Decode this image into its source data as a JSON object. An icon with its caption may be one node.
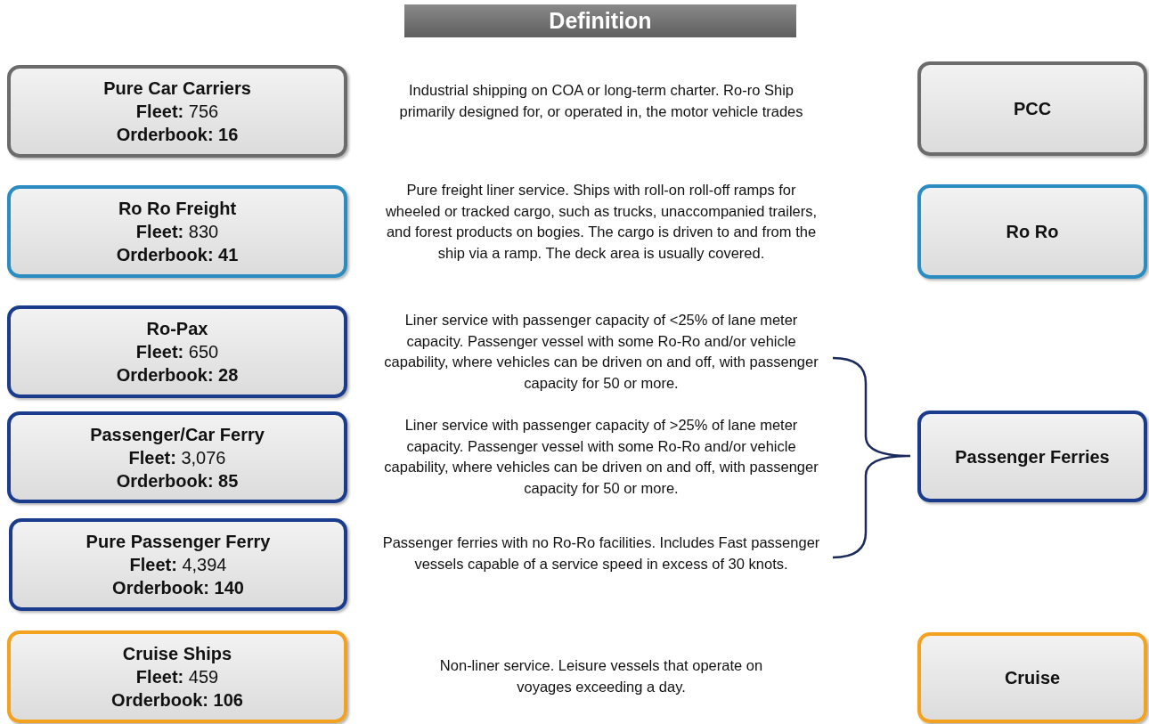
{
  "diagram": {
    "title": "Definition",
    "nodes": [
      {
        "text": [
          "Pure Car Carriers",
          "**Fleet:** 756",
          "Orderbook: 16"
        ]
      },
      {
        "text": [
          "PCC"
        ]
      },
      {
        "text": [
          "Ro Ro Freight",
          "**Fleet:** 830",
          "Orderbook: 41"
        ]
      },
      {
        "text": [
          "Ro Ro"
        ]
      },
      {
        "text": [
          "Ro-Pax",
          "**Fleet:** 650",
          "Orderbook: 28"
        ]
      },
      {
        "text": [
          "Passenger/Car Ferry",
          "**Fleet:** 3,076",
          "Orderbook: 85"
        ]
      },
      {
        "text": [
          "Passenger Ferries"
        ]
      },
      {
        "text": [
          "Pure Passenger Ferry",
          "**Fleet:** 4,394",
          "Orderbook: 140"
        ]
      },
      {
        "text": [
          "Cruise Ships",
          "**Fleet:** 459",
          "Orderbook: 106"
        ]
      },
      {
        "text": [
          "Cruise"
        ]
      }
    ],
    "labels": [
      "Industrial shipping on COA or long-term charter. Ro-ro Ship primarily designed for, or operated in, the motor vehicle trades",
      "Pure freight liner service. Ships with roll-on roll-off ramps for wheeled or tracked cargo, such as trucks, unaccompanied trailers, and forest products on bogies. The cargo is driven to and from the ship via a ramp. The deck area is usually covered.",
      "Liner service with passenger capacity of <25% of lane meter capacity. Passenger vessel with some Ro-Ro and/or vehicle capability, where vehicles can be driven on and off, with passenger capacity for 50 or more.",
      "Liner service with passenger capacity of >25% of lane meter capacity. Passenger vessel with some Ro-Ro and/or vehicle capability, where vehicles can be driven on and off, with passenger capacity for 50 or more.",
      "Passenger ferries with no Ro-Ro facilities. Includes Fast passenger vessels capable of a service speed in excess of 30 knots.",
      "Non-liner service. Leisure vessels that operate on voyages exceeding a day."
    ]
  }
}
